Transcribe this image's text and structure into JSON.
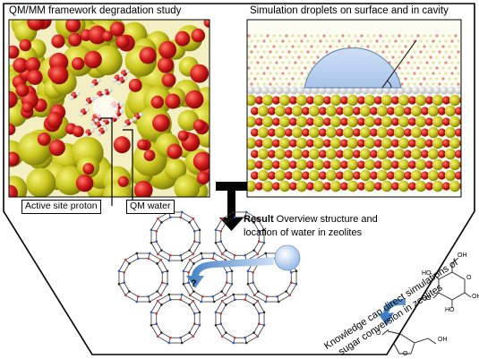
{
  "panels": {
    "left_title": "QM/MM framework degradation study",
    "right_title": "Simulation droplets on surface and in cavity"
  },
  "callouts": {
    "active_site": "Active site proton",
    "qm_water": "QM water"
  },
  "result": {
    "bold": "Result",
    "line1": " Overview structure and",
    "line2": "location of water in zeolites"
  },
  "knowledge": {
    "line1": "Knowledge can direct simulations of",
    "line2": "sugar conversion in zeolites"
  },
  "marks": {
    "question": "?"
  },
  "molecules": {
    "glucose_labels": [
      "HO",
      "HO",
      "HO",
      "OH",
      "OH",
      "O"
    ],
    "hmf_labels": [
      "O",
      "O",
      "OH"
    ]
  },
  "colors": {
    "outline": "#000000",
    "silicon": "#c9c61e",
    "oxygen": "#d11a1a",
    "hydrogen": "#eeeeee",
    "droplet": "#b8d0ee",
    "arrow_blue": "#4a86c8"
  }
}
